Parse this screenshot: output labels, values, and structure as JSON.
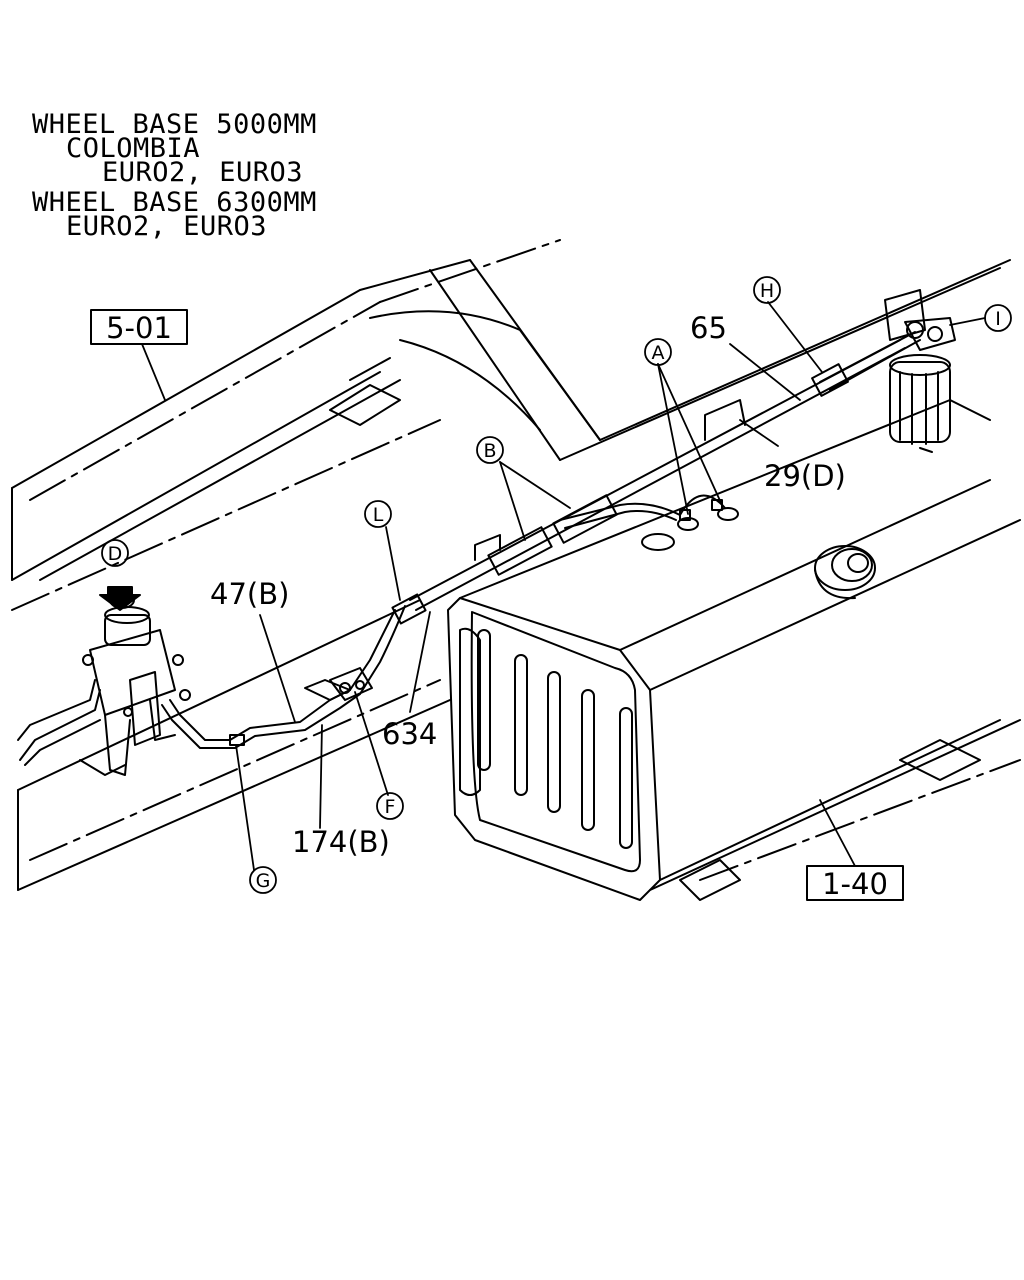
{
  "header": {
    "line1": "WHEEL BASE 5000MM",
    "line2": "COLOMBIA",
    "line3": "EURO2, EURO3",
    "line4": "WHEEL BASE 6300MM",
    "line5": "EURO2, EURO3"
  },
  "refs": {
    "frame": "5-01",
    "tank": "1-40"
  },
  "parts": {
    "p65": "65",
    "p29": "29(D)",
    "p47": "47(B)",
    "p634": "634",
    "p174": "174(B)"
  },
  "callouts": {
    "A": "A",
    "B": "B",
    "D": "D",
    "F": "F",
    "G": "G",
    "H": "H",
    "I": "I",
    "L": "L"
  }
}
